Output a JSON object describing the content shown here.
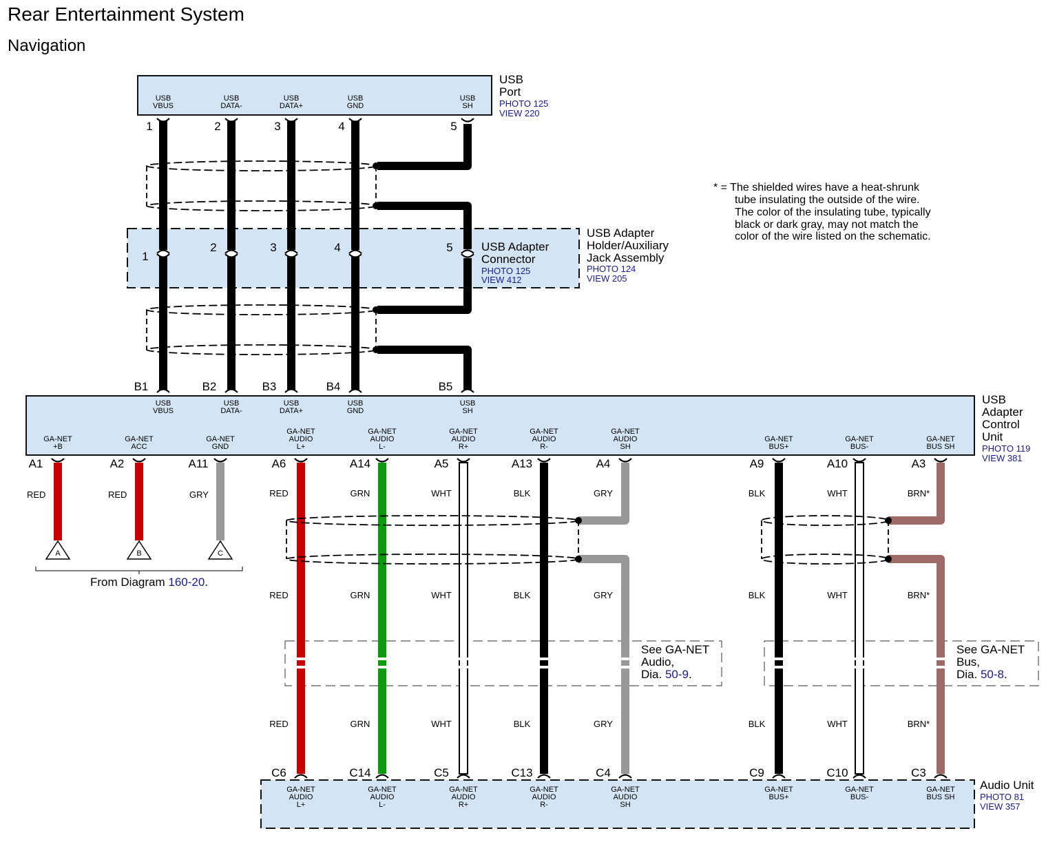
{
  "header": {
    "title": "Rear Entertainment System",
    "subtitle": "Navigation"
  },
  "colors": {
    "component_fill": "#d3e4f5",
    "link": "#1a1a8c",
    "RED": "#c80000",
    "GRN": "#0a9a0a",
    "GRY": "#999999",
    "BLK": "#000000",
    "WHT": "#ffffff",
    "BRN": "#9e6a66"
  },
  "usb_port": {
    "name_lines": [
      "USB",
      "Port"
    ],
    "photo": "PHOTO 125",
    "view": "VIEW 220",
    "pins": [
      {
        "num": "1",
        "l1": "USB",
        "l2": "VBUS"
      },
      {
        "num": "2",
        "l1": "USB",
        "l2": "DATA-"
      },
      {
        "num": "3",
        "l1": "USB",
        "l2": "DATA+"
      },
      {
        "num": "4",
        "l1": "USB",
        "l2": "GND"
      },
      {
        "num": "5",
        "l1": "USB",
        "l2": "SH"
      }
    ]
  },
  "adapter_connector": {
    "name_lines": [
      "USB Adapter",
      "Connector"
    ],
    "photo": "PHOTO 125",
    "view": "VIEW 412",
    "pins": [
      "1",
      "2",
      "3",
      "4",
      "5"
    ]
  },
  "holder": {
    "name_lines": [
      "USB Adapter",
      "Holder/Auxiliary",
      "Jack Assembly"
    ],
    "photo": "PHOTO 124",
    "view": "VIEW 205"
  },
  "control_unit": {
    "name_lines": [
      "USB",
      "Adapter",
      "Control",
      "Unit"
    ],
    "photo": "PHOTO 119",
    "view": "VIEW 381",
    "b_pins": [
      {
        "num": "B1",
        "l1": "USB",
        "l2": "VBUS"
      },
      {
        "num": "B2",
        "l1": "USB",
        "l2": "DATA-"
      },
      {
        "num": "B3",
        "l1": "USB",
        "l2": "DATA+"
      },
      {
        "num": "B4",
        "l1": "USB",
        "l2": "GND"
      },
      {
        "num": "B5",
        "l1": "USB",
        "l2": "SH"
      }
    ],
    "a_pins": [
      {
        "num": "A1",
        "lines": [
          "GA-NET",
          "+B"
        ]
      },
      {
        "num": "A2",
        "lines": [
          "GA-NET",
          "ACC"
        ]
      },
      {
        "num": "A11",
        "lines": [
          "GA-NET",
          "GND"
        ]
      },
      {
        "num": "A6",
        "lines": [
          "GA-NET",
          "AUDIO",
          "L+"
        ]
      },
      {
        "num": "A14",
        "lines": [
          "GA-NET",
          "AUDIO",
          "L-"
        ]
      },
      {
        "num": "A5",
        "lines": [
          "GA-NET",
          "AUDIO",
          "R+"
        ]
      },
      {
        "num": "A13",
        "lines": [
          "GA-NET",
          "AUDIO",
          "R-"
        ]
      },
      {
        "num": "A4",
        "lines": [
          "GA-NET",
          "AUDIO",
          "SH"
        ]
      },
      {
        "num": "A9",
        "lines": [
          "GA-NET",
          "BUS+"
        ]
      },
      {
        "num": "A10",
        "lines": [
          "GA-NET",
          "BUS-"
        ]
      },
      {
        "num": "A3",
        "lines": [
          "GA-NET",
          "BUS SH"
        ]
      }
    ]
  },
  "power_wires": [
    {
      "color": "RED",
      "tri": "A"
    },
    {
      "color": "RED",
      "tri": "B"
    },
    {
      "color": "GRY",
      "tri": "C"
    }
  ],
  "from_diagram": {
    "text": "From Diagram",
    "ref": "160-20",
    "tail": "."
  },
  "signal_wires": [
    "RED",
    "GRN",
    "WHT",
    "BLK",
    "GRY",
    "BLK",
    "WHT",
    "BRN*"
  ],
  "note": {
    "lines": [
      "* = The shielded wires have a heat-shrunk",
      "tube insulating the outside of the wire.",
      "The color of the insulating tube, typically",
      "black or dark gray, may not match the",
      "color of the wire listed on the schematic."
    ]
  },
  "see_audio": {
    "lines": [
      "See GA-NET",
      "Audio,",
      "Dia."
    ],
    "ref": "50-9",
    "tail": "."
  },
  "see_bus": {
    "lines": [
      "See GA-NET",
      "Bus,",
      "Dia."
    ],
    "ref": "50-8",
    "tail": "."
  },
  "audio_unit": {
    "name": "Audio Unit",
    "photo": "PHOTO 81",
    "view": "VIEW 357",
    "pins": [
      {
        "num": "C6",
        "lines": [
          "GA-NET",
          "AUDIO",
          "L+"
        ]
      },
      {
        "num": "C14",
        "lines": [
          "GA-NET",
          "AUDIO",
          "L-"
        ]
      },
      {
        "num": "C5",
        "lines": [
          "GA-NET",
          "AUDIO",
          "R+"
        ]
      },
      {
        "num": "C13",
        "lines": [
          "GA-NET",
          "AUDIO",
          "R-"
        ]
      },
      {
        "num": "C4",
        "lines": [
          "GA-NET",
          "AUDIO",
          "SH"
        ]
      },
      {
        "num": "C9",
        "lines": [
          "GA-NET",
          "BUS+"
        ]
      },
      {
        "num": "C10",
        "lines": [
          "GA-NET",
          "BUS-"
        ]
      },
      {
        "num": "C3",
        "lines": [
          "GA-NET",
          "BUS SH"
        ]
      }
    ]
  }
}
